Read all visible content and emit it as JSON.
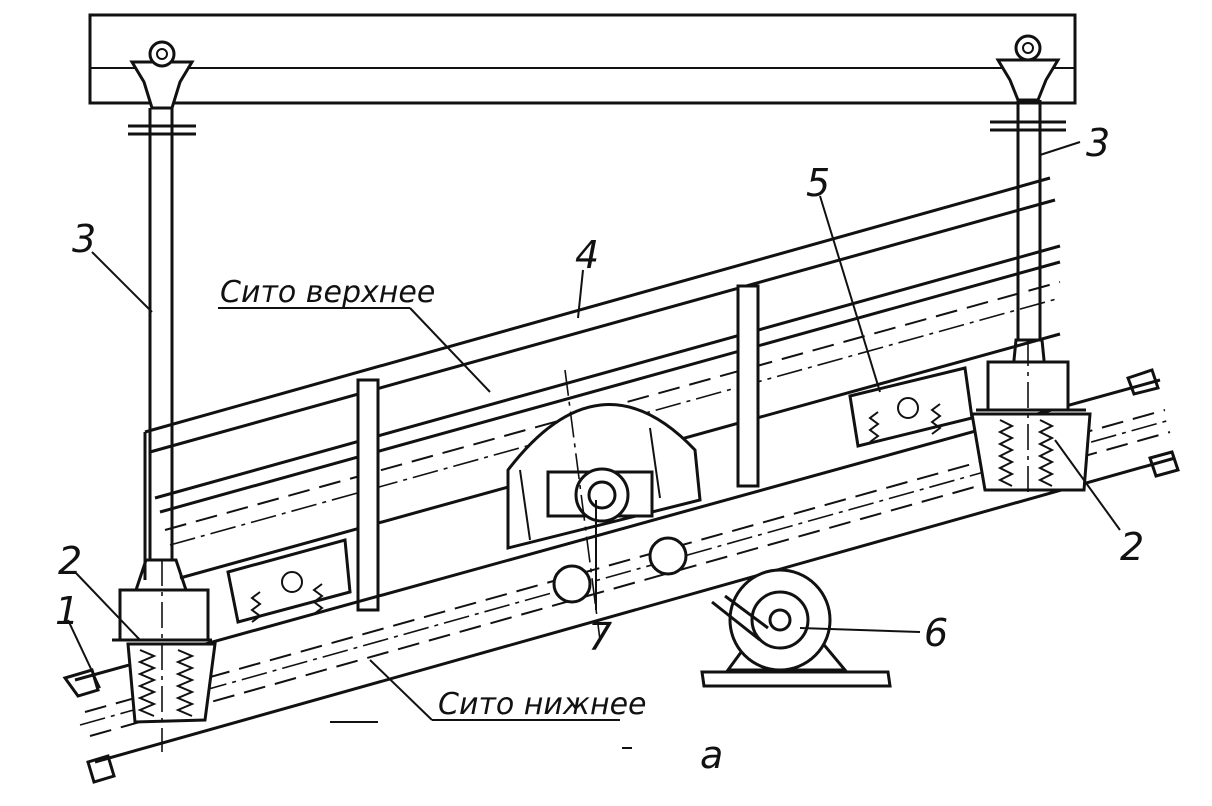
{
  "diagram": {
    "labels": {
      "part_1": "1",
      "part_2_left": "2",
      "part_2_right": "2",
      "part_3_left": "3",
      "part_3_right": "3",
      "part_4": "4",
      "part_5": "5",
      "part_6": "6",
      "part_7": "7"
    },
    "annotations": {
      "upper_screen": "Сито верхнее",
      "lower_screen": "Сито нижнее"
    },
    "figure_letter": "a"
  }
}
